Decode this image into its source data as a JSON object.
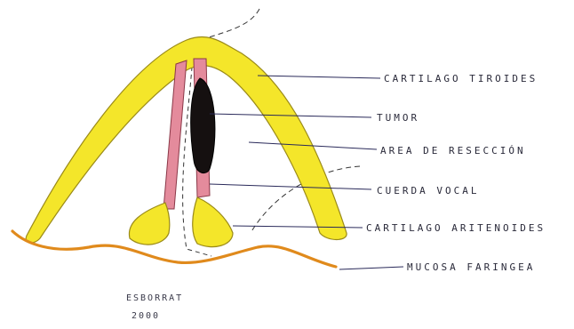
{
  "diagram": {
    "labels": {
      "thyroid": "CARTILAGO TIROIDES",
      "tumor": "TUMOR",
      "resection": "AREA DE RESECCIÓN",
      "vocal_cord": "CUERDA VOCAL",
      "arytenoid": "CARTILAGO ARITENOIDES",
      "mucosa": "MUCOSA FARINGEA"
    },
    "signature": {
      "name": "ESBORRAT",
      "year": "2000"
    },
    "colors": {
      "cartilage": "#f4e62a",
      "cartilage_edge": "#9a8a18",
      "vocal_cord": "#e48b9c",
      "tumor": "#151010",
      "mucosa": "#e08a1c",
      "ink": "#2a2a3a"
    }
  }
}
